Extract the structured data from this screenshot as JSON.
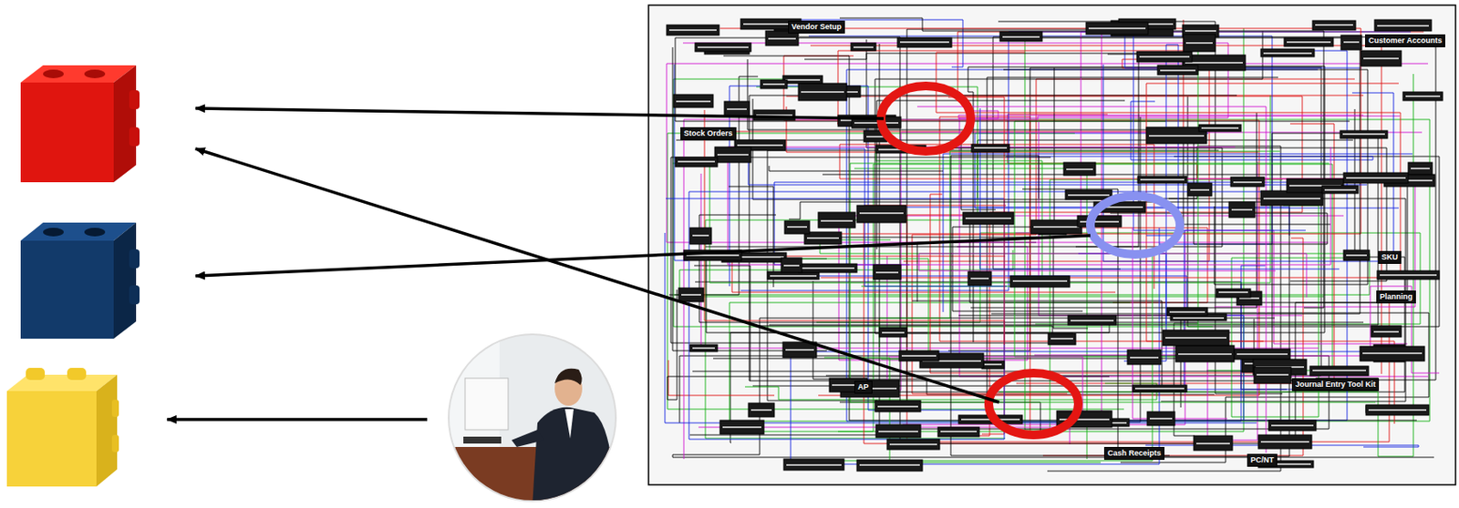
{
  "diagram": {
    "nodes": [
      {
        "text": [
          "Vendor Setup"
        ]
      },
      {
        "text": [
          "Customer Accounts"
        ]
      },
      {
        "text": [
          "Stock Orders"
        ]
      },
      {
        "text": [
          "SKU"
        ]
      },
      {
        "text": [
          "Planning"
        ]
      },
      {
        "text": [
          "AP"
        ]
      },
      {
        "text": [
          "Journal Entry Tool Kit"
        ]
      },
      {
        "text": [
          "Cash Receipts"
        ]
      },
      {
        "text": [
          "PC/NT"
        ]
      }
    ]
  }
}
